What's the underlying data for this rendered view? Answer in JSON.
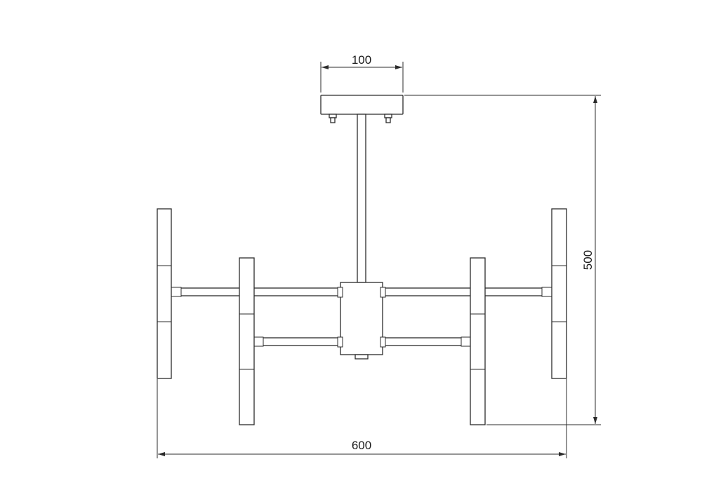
{
  "dimensions": {
    "canopy_width": "100",
    "overall_height": "500",
    "overall_width": "600"
  }
}
